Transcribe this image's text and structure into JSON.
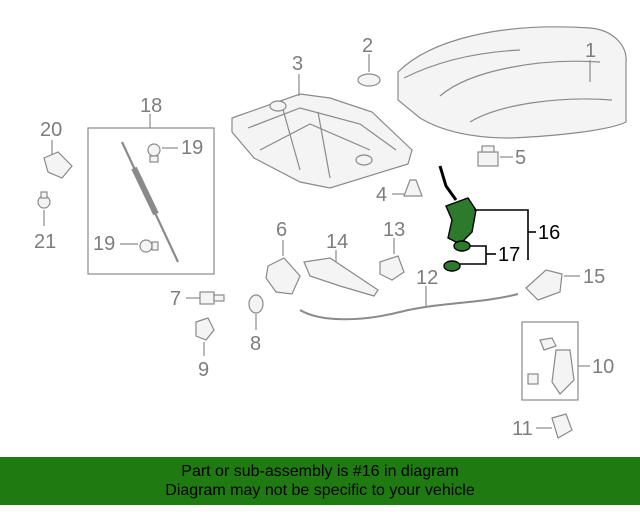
{
  "callouts": {
    "c1": "1",
    "c2": "2",
    "c3": "3",
    "c4": "4",
    "c5": "5",
    "c6": "6",
    "c7": "7",
    "c8": "8",
    "c9": "9",
    "c10": "10",
    "c11": "11",
    "c12": "12",
    "c13": "13",
    "c14": "14",
    "c15": "15",
    "c16": "16",
    "c17": "17",
    "c18": "18",
    "c19a": "19",
    "c19b": "19",
    "c20": "20",
    "c21": "21"
  },
  "highlight_color": "#2d7a2d",
  "banner": {
    "line1": "Part or sub-assembly is #16 in diagram",
    "line2": "Diagram may not be specific to your vehicle",
    "color": "#1f7a12"
  }
}
